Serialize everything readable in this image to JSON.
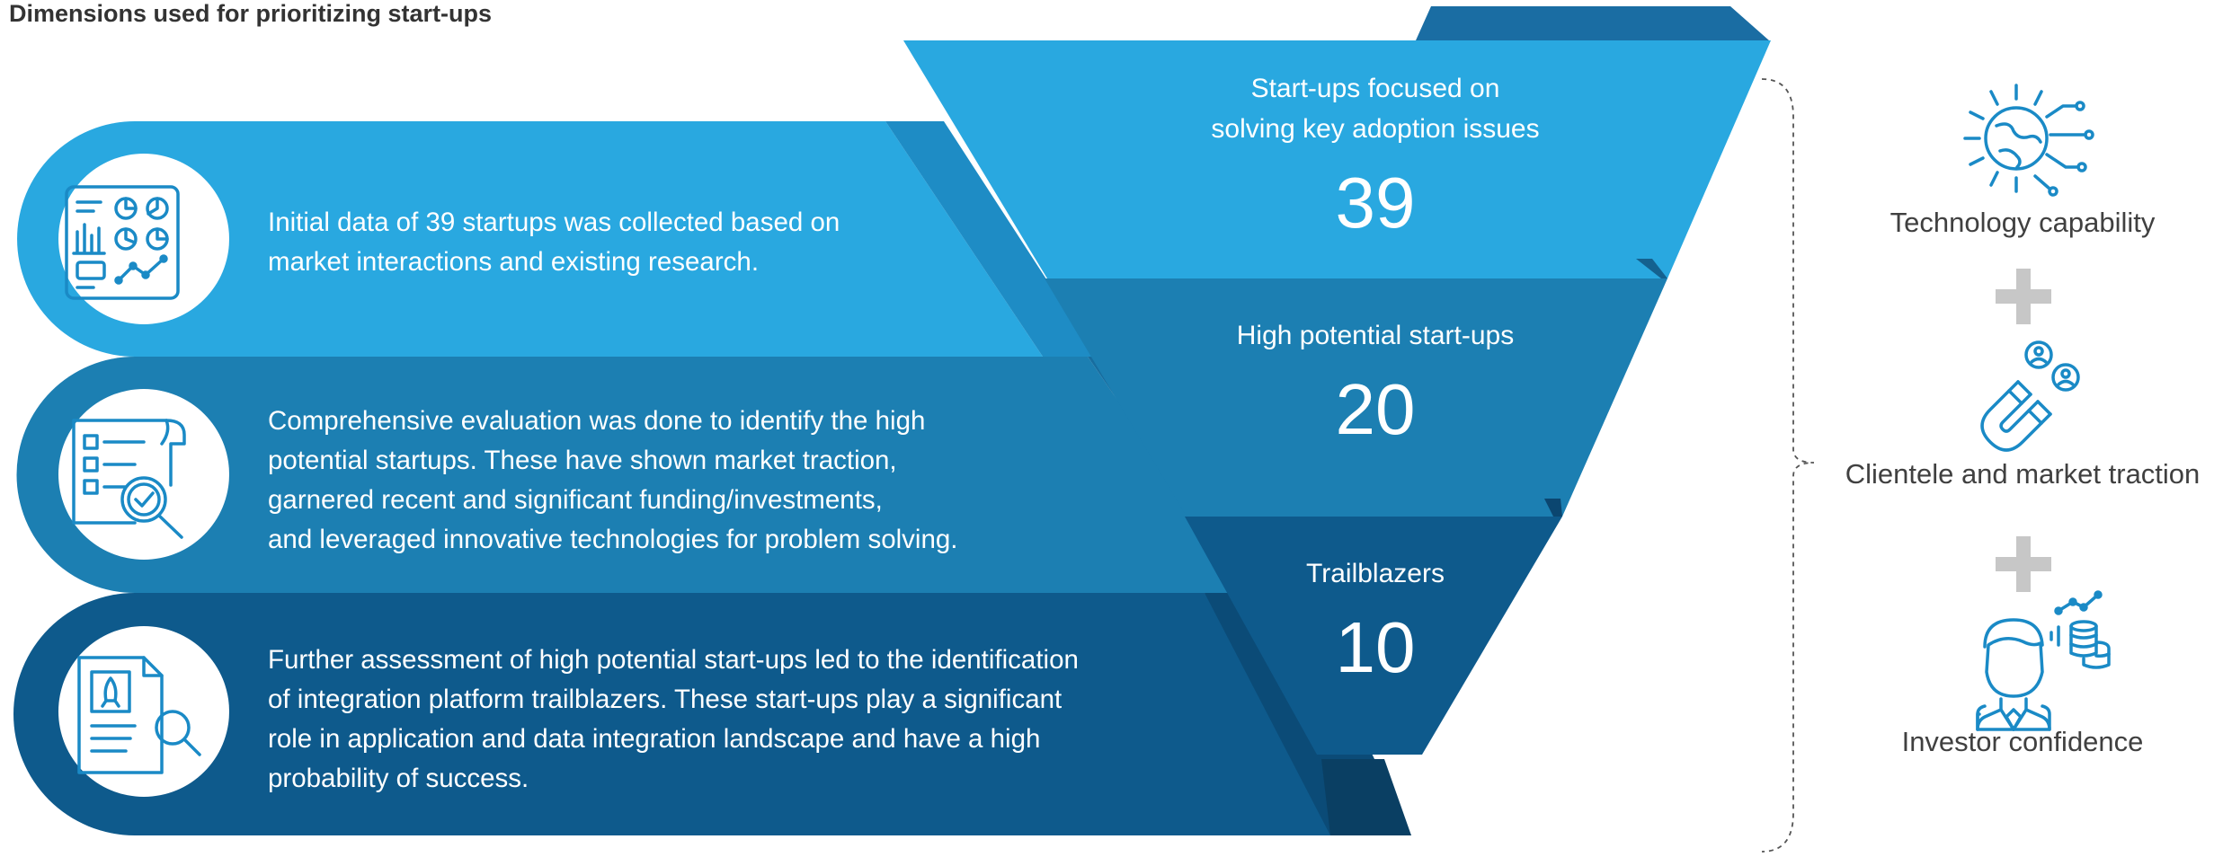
{
  "title": "Dimensions used for prioritizing start-ups",
  "stages": [
    {
      "label_lines": [
        "Start-ups focused on",
        "solving key adoption issues"
      ],
      "count": "39",
      "description_lines": [
        "Initial data of 39 startups was collected based on",
        "market interactions and existing research."
      ],
      "icon": "dashboard-charts-icon",
      "color": "#29a8e0"
    },
    {
      "label_lines": [
        "High potential start-ups"
      ],
      "count": "20",
      "description_lines": [
        "Comprehensive evaluation was done to identify the high",
        "potential startups. These have shown market traction,",
        "garnered recent and significant funding/investments,",
        "and leveraged innovative technologies for problem solving."
      ],
      "icon": "checklist-magnifier-icon",
      "color": "#1c7fb2"
    },
    {
      "label_lines": [
        "Trailblazers"
      ],
      "count": "10",
      "description_lines": [
        "Further assessment of high potential start-ups led to the identification",
        "of integration platform trailblazers. These start-ups play a significant",
        "role in application and data integration landscape and have a high",
        "probability of success."
      ],
      "icon": "document-rocket-search-icon",
      "color": "#0e5a8c"
    }
  ],
  "dimensions": [
    {
      "label": "Technology capability",
      "icon": "tech-globe-circuit-icon"
    },
    {
      "label": "Clientele and market traction",
      "icon": "magnet-users-icon"
    },
    {
      "label": "Investor confidence",
      "icon": "investor-coins-icon"
    }
  ],
  "dimension_separator": "plus-icon",
  "colors": {
    "light_blue": "#29a8e0",
    "mid_blue": "#1c7fb2",
    "dark_blue": "#0e5a8c",
    "icon_stroke": "#1a8ac6",
    "plus": "#c7c7c7"
  }
}
